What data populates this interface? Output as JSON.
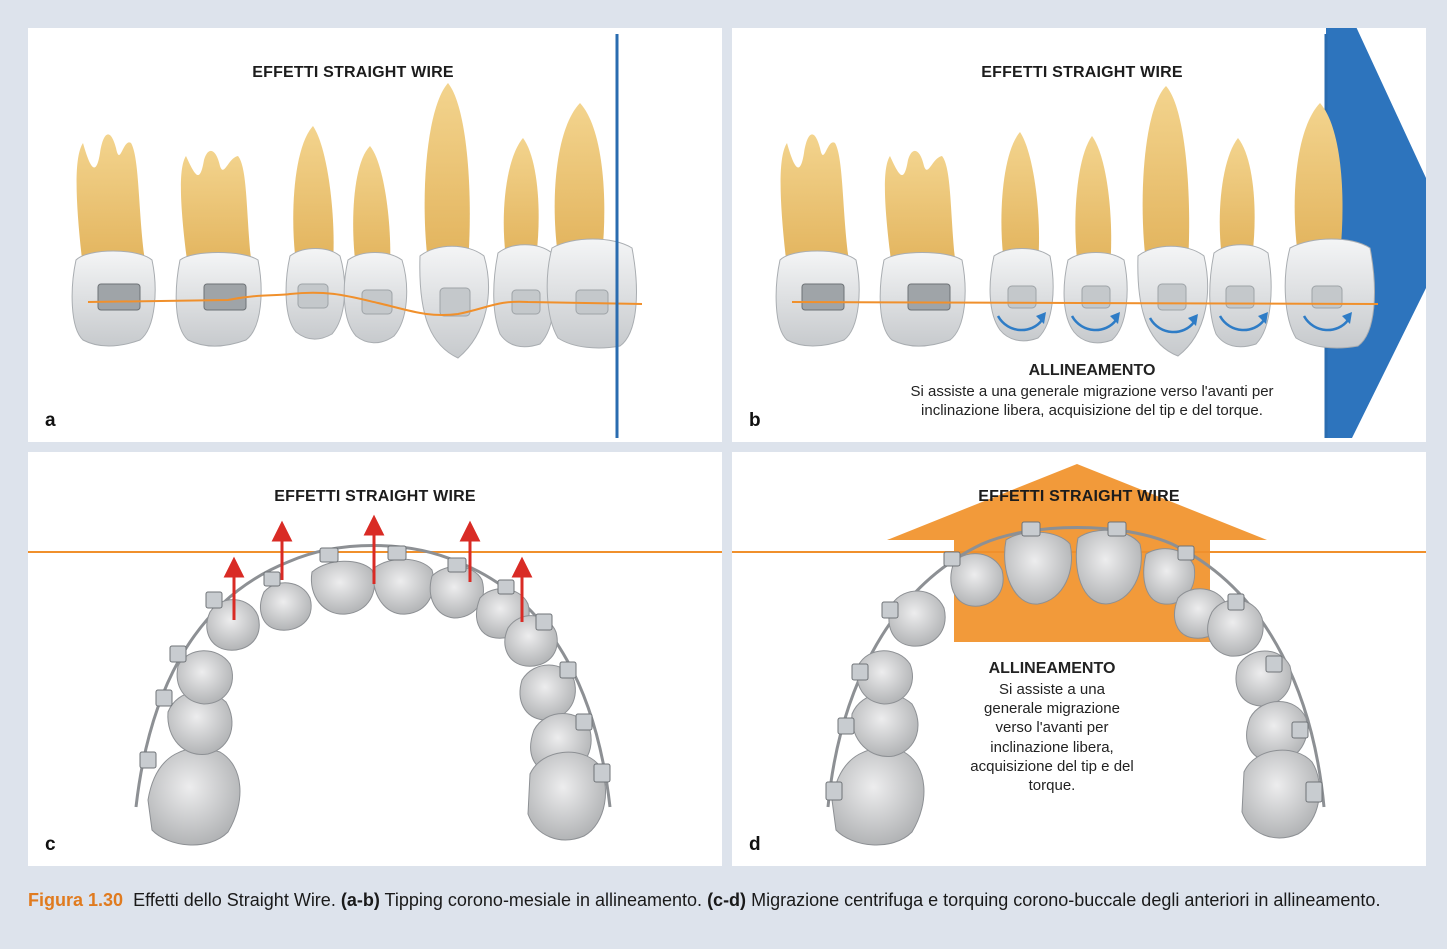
{
  "panels": {
    "a": {
      "title": "EFFETTI STRAIGHT WIRE",
      "label": "a"
    },
    "b": {
      "title": "EFFETTI STRAIGHT WIRE",
      "label": "b",
      "note_heading": "ALLINEAMENTO",
      "note_line1": "Si assiste a una generale migrazione verso l'avanti per",
      "note_line2": "inclinazione libera, acquisizione del tip e del torque."
    },
    "c": {
      "title": "EFFETTI STRAIGHT WIRE",
      "label": "c"
    },
    "d": {
      "title": "EFFETTI STRAIGHT WIRE",
      "label": "d",
      "note_heading": "ALLINEAMENTO",
      "note_lines": [
        "Si assiste a una",
        "generale migrazione",
        "verso l'avanti per",
        "inclinazione libera,",
        "acquisizione del tip e del",
        "torque."
      ]
    }
  },
  "caption": {
    "figure_label": "Figura 1.30",
    "intro": "Effetti dello Straight Wire.",
    "ref1": "(a-b)",
    "text1": "Tipping corono-mesiale in allineamento.",
    "ref2": "(c-d)",
    "text2": "Migrazione centrifuga e torquing corono-buccale degli anteriori in allineamento."
  },
  "colors": {
    "background": "#dde3ec",
    "wire": "#f0902c",
    "blue_line": "#2a6cb0",
    "arrow_orange": "#f29a3a",
    "arrow_red": "#d92b25",
    "caption_accent": "#e07b1f"
  }
}
